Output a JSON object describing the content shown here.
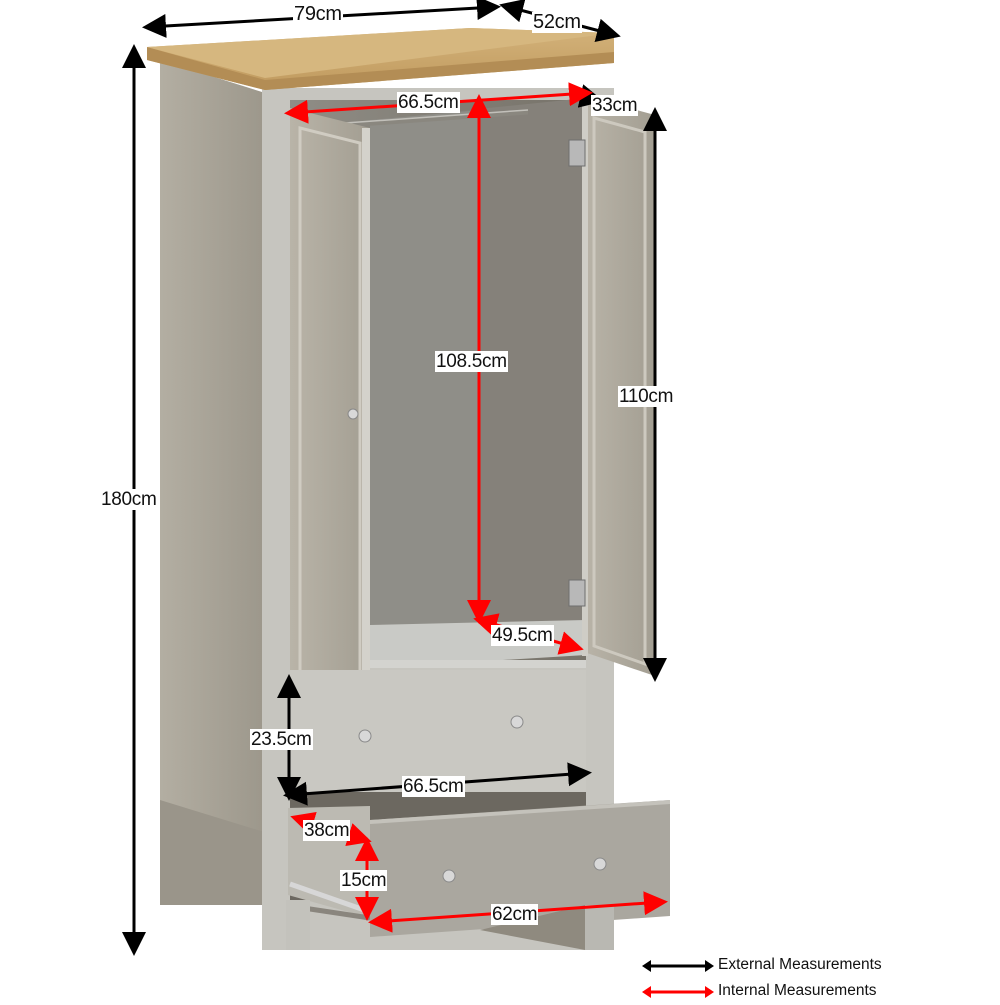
{
  "diagram": {
    "subject": "Two-door wardrobe with two drawers",
    "colors": {
      "external_arrow": "#000000",
      "internal_arrow": "#ff0000",
      "cabinet_grey": "#a8a59c",
      "cabinet_grey_light": "#c3c2bc",
      "worktop_oak": "#c9a56a",
      "interior_dark": "#7f7c74"
    },
    "external_measurements": {
      "width": "79cm",
      "depth": "52cm",
      "height": "180cm",
      "door_height": "110cm",
      "drawer_front_height": "23.5cm",
      "drawer_opening_width": "66.5cm"
    },
    "internal_measurements": {
      "hanging_width": "66.5cm",
      "hanging_height": "108.5cm",
      "hanging_depth": "49.5cm",
      "door_width": "33cm",
      "drawer_depth": "38cm",
      "drawer_height": "15cm",
      "drawer_width": "62cm"
    },
    "legend": [
      {
        "label": "External Measurements",
        "color": "#000000"
      },
      {
        "label": "Internal Measurements",
        "color": "#ff0000"
      }
    ]
  }
}
